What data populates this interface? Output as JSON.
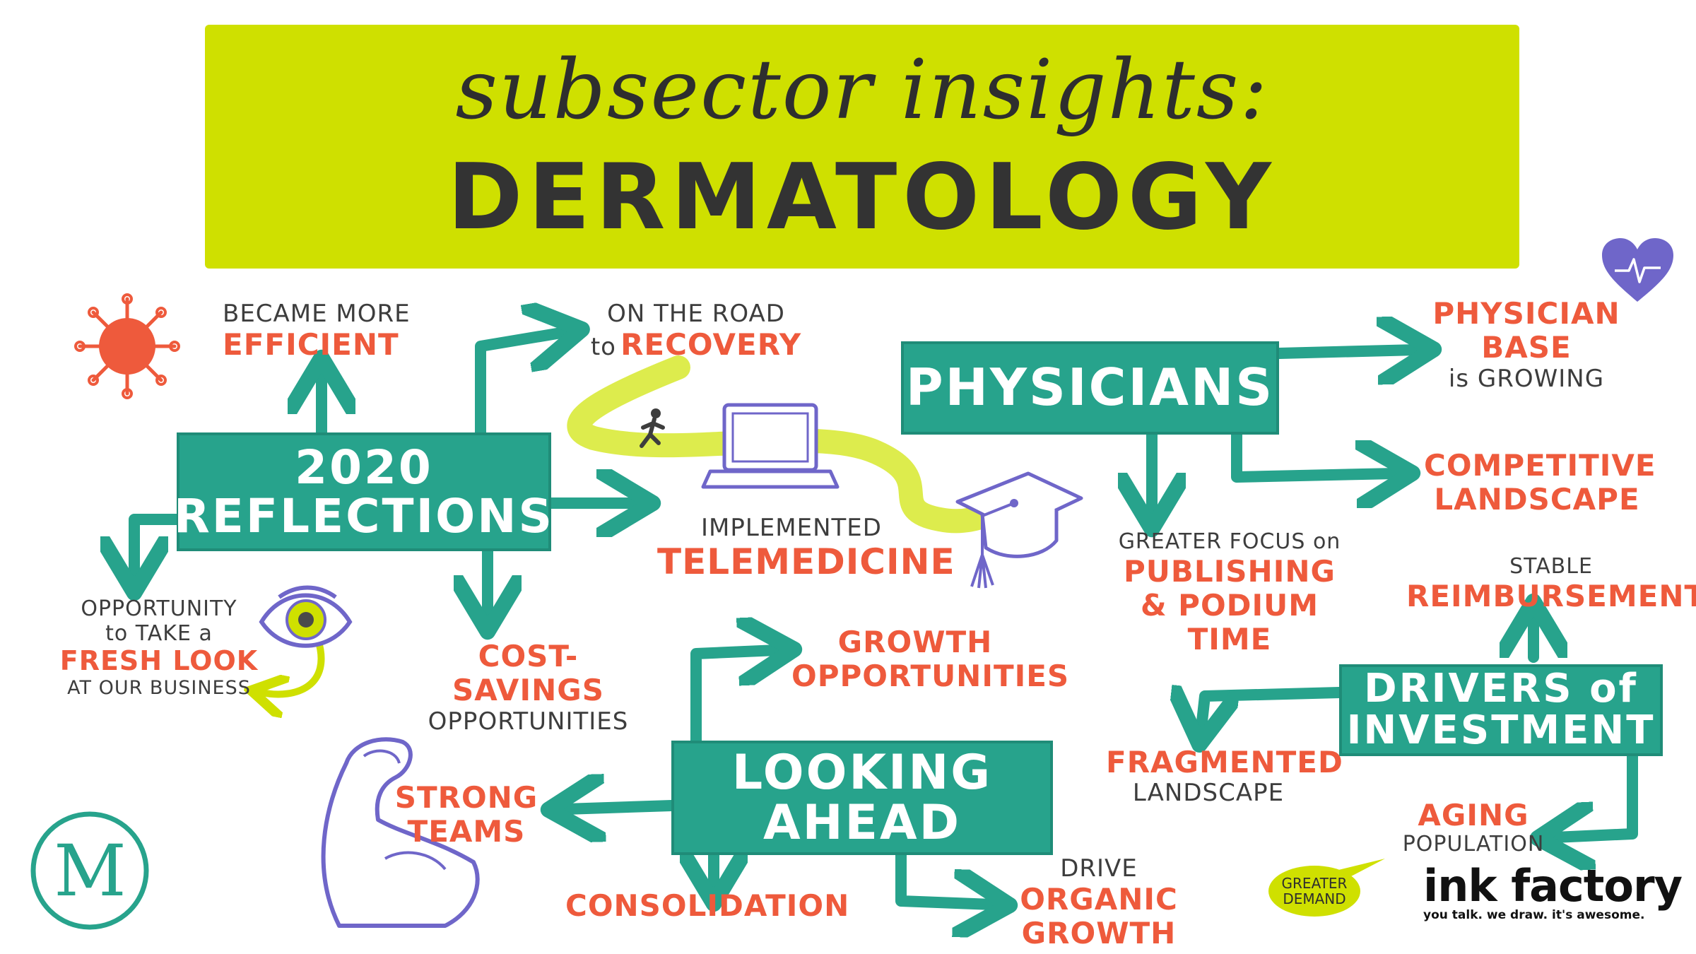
{
  "title": {
    "line1": "subsector insights:",
    "line2": "DERMATOLOGY"
  },
  "boxes": {
    "reflections": [
      "2020",
      "REFLECTIONS"
    ],
    "physicians": [
      "PHYSICIANS"
    ],
    "looking_ahead": [
      "LOOKING",
      "AHEAD"
    ],
    "drivers": [
      "DRIVERS of",
      "INVESTMENT"
    ]
  },
  "reflections": {
    "efficient": {
      "dark": "BECAME MORE",
      "red": "EFFICIENT"
    },
    "recovery": {
      "dark1": "ON THE ROAD",
      "dark2": "to",
      "red": "RECOVERY"
    },
    "telemedicine": {
      "dark": "IMPLEMENTED",
      "red": "TELEMEDICINE"
    },
    "fresh_look": {
      "dark1": "OPPORTUNITY",
      "dark2": "to TAKE a",
      "red": "FRESH LOOK",
      "dark3": "AT OUR BUSINESS"
    },
    "cost_savings": {
      "red": "COST-SAVINGS",
      "dark": "OPPORTUNITIES"
    }
  },
  "physicians": {
    "base": {
      "red1": "PHYSICIAN",
      "red2": "BASE",
      "dark": "is GROWING"
    },
    "competitive": {
      "red1": "COMPETITIVE",
      "red2": "LANDSCAPE"
    },
    "publishing": {
      "dark": "GREATER FOCUS on",
      "red1": "PUBLISHING",
      "red2": "& PODIUM",
      "red3": "TIME"
    }
  },
  "looking_ahead": {
    "growth": {
      "red1": "GROWTH",
      "red2": "OPPORTUNITIES"
    },
    "strong": {
      "red1": "STRONG",
      "red2": "TEAMS"
    },
    "consolidation": {
      "red": "CONSOLIDATION"
    },
    "organic": {
      "dark": "DRIVE",
      "red1": "ORGANIC",
      "red2": "GROWTH"
    }
  },
  "drivers": {
    "reimbursement": {
      "dark": "STABLE",
      "red": "REIMBURSEMENT"
    },
    "fragmented": {
      "red": "FRAGMENTED",
      "dark": "LANDSCAPE"
    },
    "aging": {
      "red": "AGING",
      "dark": "POPULATION"
    },
    "bubble": {
      "line1": "GREATER",
      "line2": "DEMAND"
    }
  },
  "logos": {
    "m_letter": "M",
    "ink_name": "ink factory",
    "ink_tagline": "you talk. we draw. it's awesome."
  },
  "colors": {
    "lime": "#cfe000",
    "teal": "#27a38c",
    "red": "#ee5a3c",
    "purple": "#6f66c9",
    "dark": "#3d3d3d"
  },
  "icons": [
    "virus-icon",
    "laptop-icon",
    "runner-icon",
    "graduation-cap-icon",
    "heart-pulse-icon",
    "eye-icon",
    "flexed-arm-icon",
    "m-logo-icon"
  ]
}
